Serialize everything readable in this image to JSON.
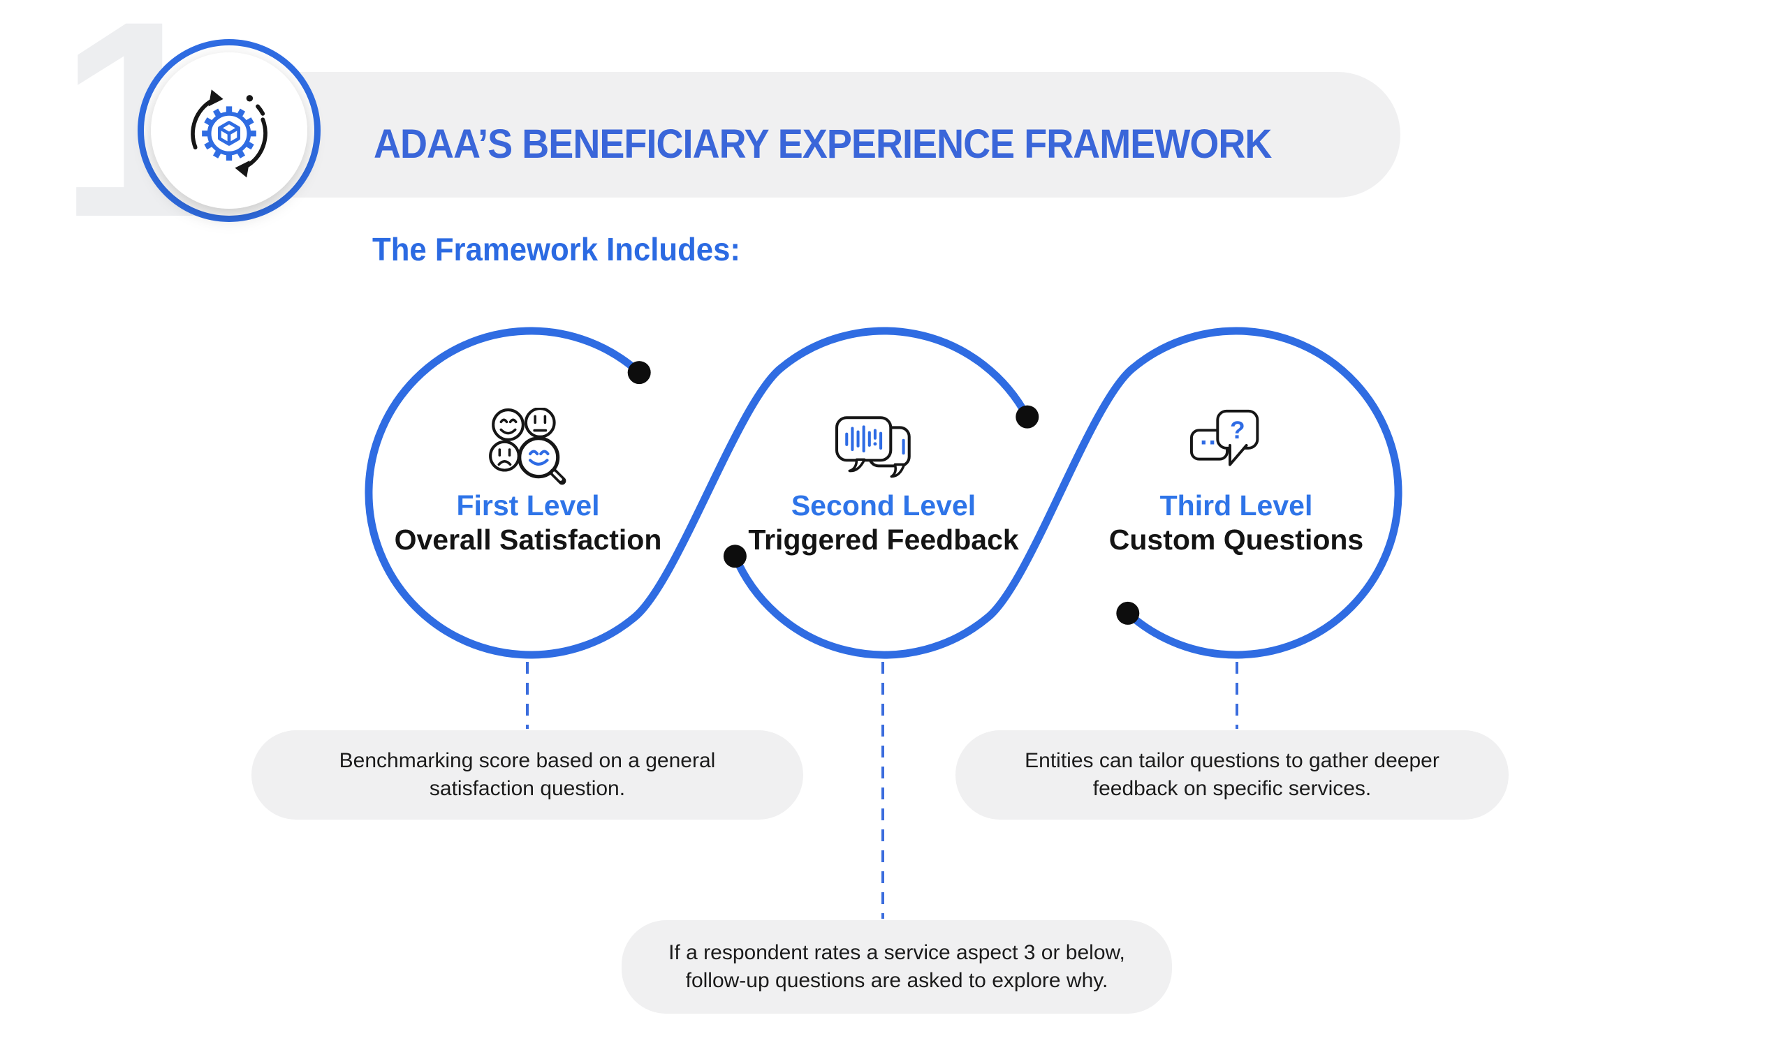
{
  "section": {
    "number": "1"
  },
  "header": {
    "title": "ADAA’S BENEFICIARY EXPERIENCE FRAMEWORK",
    "subtitle": "The Framework Includes:",
    "badge_icon": "gear-cycle-icon"
  },
  "levels": [
    {
      "label": "First Level",
      "name": "Overall Satisfaction",
      "icon": "satisfaction-faces-magnifier-icon",
      "note": "Benchmarking score based on a general satisfaction question."
    },
    {
      "label": "Second Level",
      "name": "Triggered Feedback",
      "icon": "chat-waveform-icon",
      "note": "If a respondent rates a service aspect 3 or below, follow-up questions are asked to explore why."
    },
    {
      "label": "Third Level",
      "name": "Custom Questions",
      "icon": "chat-question-icon",
      "note": "Entities can tailor questions to gather deeper feedback on specific services."
    }
  ],
  "glyphs": {
    "question": "?",
    "dots": "··"
  },
  "colors": {
    "primary_blue": "#2F6CE2",
    "title_blue": "#3A66D9",
    "heading_blue": "#2E74E8",
    "text_black": "#161616",
    "panel_gray": "#F0F0F1",
    "dot_black": "#0D0D0D",
    "number_gray": "#EDEEF0"
  }
}
